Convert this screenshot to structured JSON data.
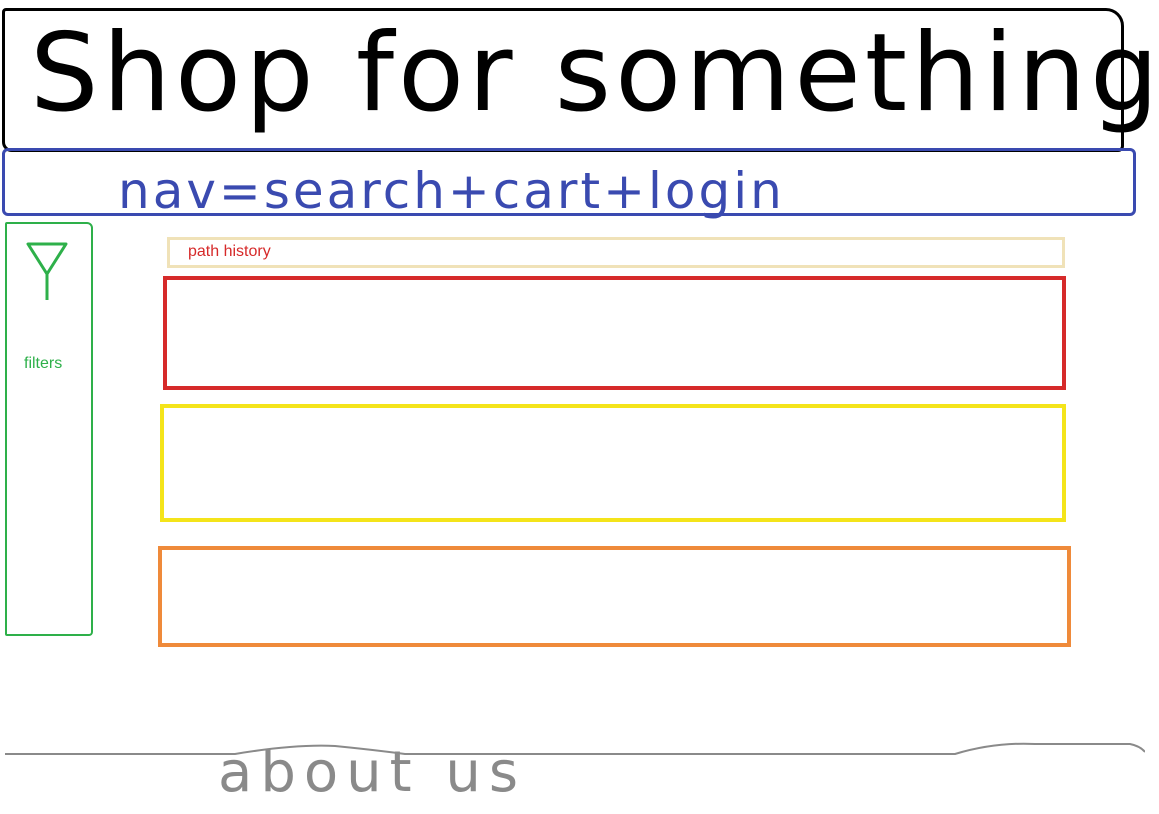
{
  "header": {
    "title": "Shop for something"
  },
  "nav": {
    "text": "nav=search+cart+login"
  },
  "sidebar": {
    "filters_label": "filters"
  },
  "main": {
    "path_label": "path history"
  },
  "footer": {
    "text": "about us"
  },
  "colors": {
    "header": "#000000",
    "nav": "#3a4ab0",
    "sidebar": "#2eb04a",
    "path_box": "#f0e2b8",
    "path_text": "#d62a2a",
    "box_red": "#d62a2a",
    "box_yellow": "#f4e41a",
    "box_orange": "#ef8a3a",
    "footer": "#8a8a8a"
  }
}
